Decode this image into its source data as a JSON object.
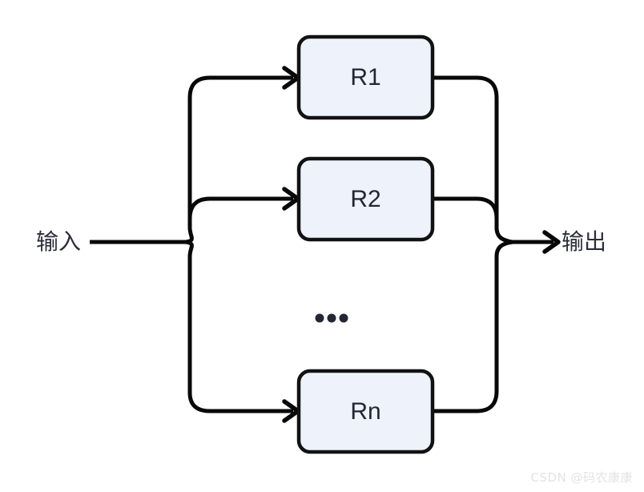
{
  "diagram": {
    "title": "parallel-residual-blocks",
    "input": {
      "label": "输入",
      "icon": "line-connector"
    },
    "output": {
      "label": "输出",
      "icon": "arrow-right-icon"
    },
    "ellipsis": "...",
    "nodes": [
      {
        "id": "r1",
        "label": "R1"
      },
      {
        "id": "r2",
        "label": "R2"
      },
      {
        "id": "rn",
        "label": "Rn"
      }
    ],
    "colors": {
      "node_fill": "#eef2fb",
      "node_stroke": "#121212",
      "edge_stroke": "#080808",
      "node_text": "#232733",
      "io_text": "#2b2f3a",
      "background": "#ffffff",
      "watermark_text": "#e3e3e5"
    }
  },
  "watermark": {
    "text": "CSDN @码农康康"
  }
}
